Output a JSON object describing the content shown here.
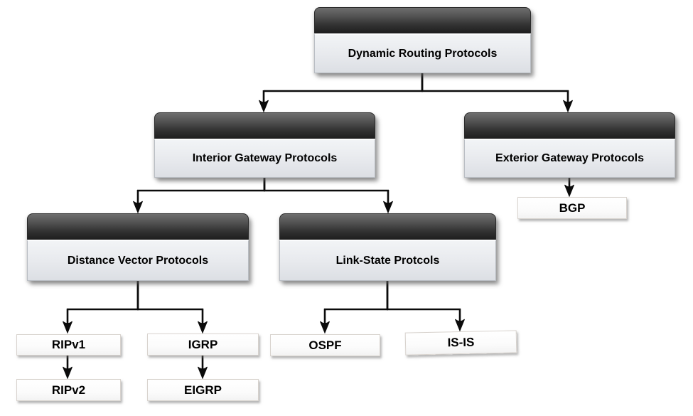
{
  "nodes": {
    "dynamic": {
      "label": "Dynamic Routing Protocols",
      "type": "category"
    },
    "igp": {
      "label": "Interior Gateway Protocols",
      "type": "category"
    },
    "egp": {
      "label": "Exterior Gateway Protocols",
      "type": "category"
    },
    "bgp": {
      "label": "BGP",
      "type": "protocol"
    },
    "dvp": {
      "label": "Distance Vector Protocols",
      "type": "category"
    },
    "lsp": {
      "label": "Link-State Protcols",
      "type": "category"
    },
    "ripv1": {
      "label": "RIPv1",
      "type": "protocol"
    },
    "igrp": {
      "label": "IGRP",
      "type": "protocol"
    },
    "ospf": {
      "label": "OSPF",
      "type": "protocol"
    },
    "isis": {
      "label": "IS-IS",
      "type": "protocol"
    },
    "ripv2": {
      "label": "RIPv2",
      "type": "protocol"
    },
    "eigrp": {
      "label": "EIGRP",
      "type": "protocol"
    }
  },
  "edges": [
    {
      "from": "dynamic",
      "to": "igp"
    },
    {
      "from": "dynamic",
      "to": "egp"
    },
    {
      "from": "igp",
      "to": "dvp"
    },
    {
      "from": "igp",
      "to": "lsp"
    },
    {
      "from": "egp",
      "to": "bgp"
    },
    {
      "from": "dvp",
      "to": "ripv1"
    },
    {
      "from": "dvp",
      "to": "igrp"
    },
    {
      "from": "lsp",
      "to": "ospf"
    },
    {
      "from": "lsp",
      "to": "isis"
    },
    {
      "from": "ripv1",
      "to": "ripv2"
    },
    {
      "from": "igrp",
      "to": "eigrp"
    }
  ],
  "colors": {
    "background": "#ffffff",
    "category_header_top": "#6e6e6e",
    "category_header_bottom": "#1d1d1d",
    "category_body_top": "#f2f4f6",
    "category_body_bottom": "#dcdfe4",
    "leaf_background": "#ffffff",
    "leaf_border": "#d8d3ce",
    "connector": "#0b0b0b",
    "text": "#000000"
  }
}
